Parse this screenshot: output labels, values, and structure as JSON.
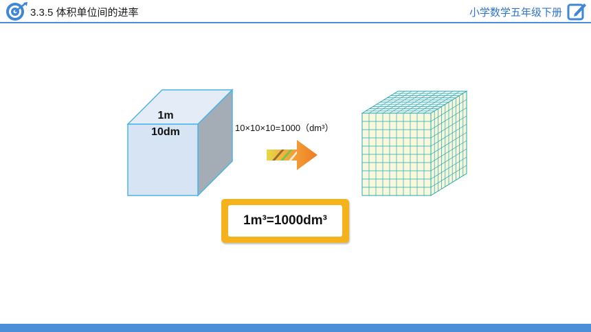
{
  "header": {
    "lesson_title": "3.3.5 体积单位间的进率",
    "book_title": "小学数学五年级下册"
  },
  "left_cube": {
    "label_top": "1m",
    "label_bottom": "10dm"
  },
  "equation": "10×10×10=1000（dm³）",
  "result": "1m³=1000dm³",
  "icons": [
    "target-logo-icon",
    "edit-icon",
    "right-arrow-icon"
  ],
  "colors": {
    "accent_blue": "#4a8fd8",
    "cube_front": "#d6e4f3",
    "cube_side": "#a4adb6",
    "grid_line": "#23a7b0",
    "result_border": "#f4b21c"
  }
}
